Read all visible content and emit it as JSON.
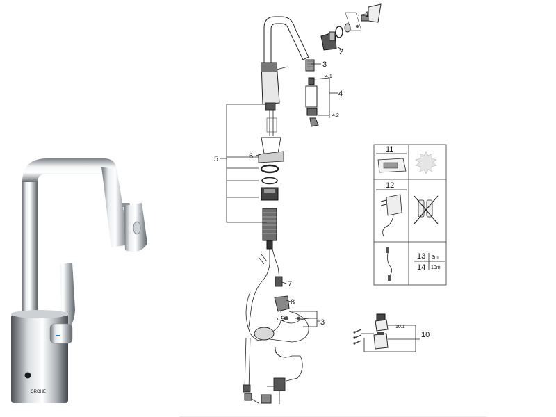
{
  "photo": {
    "brand_logo_text": "GROHE"
  },
  "callouts": {
    "c1": "1",
    "c2": "2",
    "c3_top": "3",
    "c4": "4",
    "c4_1": "4.1",
    "c4_2": "4.2",
    "c5": "5",
    "c6": "6",
    "c7": "7",
    "c8": "8",
    "c9": "9",
    "c3_bottom": "3",
    "c10": "10",
    "c10_1": "10.1"
  },
  "accessory_panel": {
    "c11": "11",
    "c12": "12",
    "c13": "13",
    "c13_len": "3m",
    "c14": "14",
    "c14_len": "10m",
    "icons": {
      "sun": "gear-sun-icon",
      "adapter": "power-adapter-icon",
      "battery": "battery-crossed-icon",
      "cable": "cable-icon",
      "control": "control-box-icon"
    }
  }
}
